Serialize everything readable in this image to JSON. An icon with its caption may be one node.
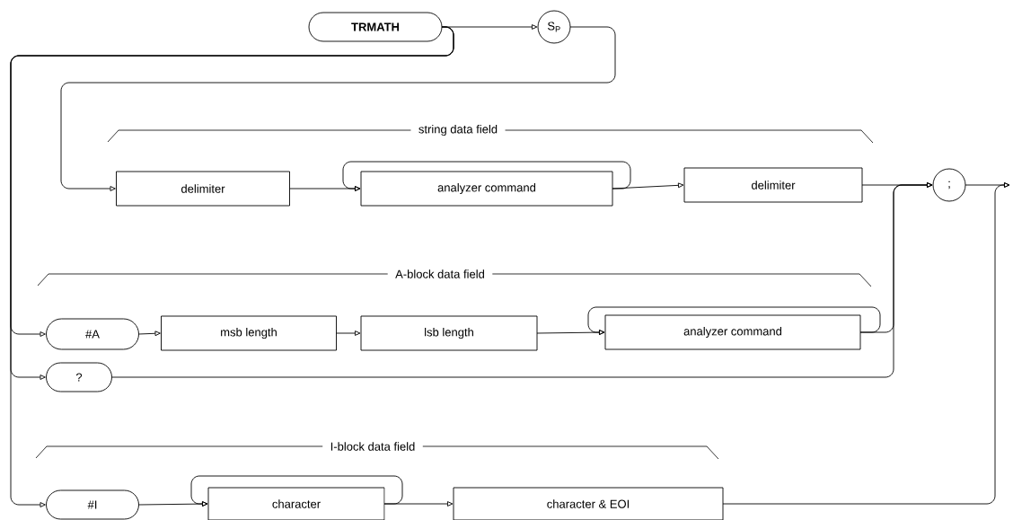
{
  "diagram": {
    "nodes": [
      {
        "text": [
          "TRMATH"
        ]
      },
      {
        "text": [
          "S$_{P}$"
        ]
      },
      {
        "text": [
          "delimiter"
        ]
      },
      {
        "text": [
          "analyzer command"
        ]
      },
      {
        "text": [
          "delimiter"
        ]
      },
      {
        "text": [
          ";"
        ]
      },
      {
        "text": [
          "#A"
        ]
      },
      {
        "text": [
          "msb length"
        ]
      },
      {
        "text": [
          "lsb length"
        ]
      },
      {
        "text": [
          "analyzer command"
        ]
      },
      {
        "text": [
          "?"
        ]
      },
      {
        "text": [
          "#I"
        ]
      },
      {
        "text": [
          "character"
        ]
      },
      {
        "text": [
          "character & EOI"
        ]
      }
    ],
    "edges": [
      {
        "from": 0,
        "to": 1,
        "arrow": "to"
      },
      {
        "from": 1,
        "to": 2,
        "arrow": "to"
      },
      {
        "from": 0,
        "to": 6,
        "arrow": "to"
      },
      {
        "from": 0,
        "to": 10,
        "arrow": "to"
      },
      {
        "from": 0,
        "to": 11,
        "arrow": "to"
      },
      {
        "from": 2,
        "to": 3,
        "arrow": "to"
      },
      {
        "from": 3,
        "to": 3,
        "arrow": "to"
      },
      {
        "from": 3,
        "to": 4,
        "arrow": "to"
      },
      {
        "from": 4,
        "to": 5,
        "arrow": "to"
      },
      {
        "from": 6,
        "to": 7,
        "arrow": "to"
      },
      {
        "from": 7,
        "to": 8,
        "arrow": "to"
      },
      {
        "from": 8,
        "to": 9,
        "arrow": "to"
      },
      {
        "from": 9,
        "to": 9,
        "arrow": "to"
      },
      {
        "from": 9,
        "to": 5,
        "arrow": "to"
      },
      {
        "from": 10,
        "to": 5,
        "arrow": "to"
      },
      {
        "from": 11,
        "to": 12,
        "arrow": "to"
      },
      {
        "from": 12,
        "to": 12,
        "arrow": "to"
      },
      {
        "from": 12,
        "to": 13,
        "arrow": "to"
      },
      {
        "from": 5,
        "to": null,
        "arrow": "to"
      },
      {
        "from": 13,
        "to": null,
        "arrow": "to"
      }
    ],
    "labels": [
      "string data field",
      "A-block data field",
      "I-block data field"
    ]
  }
}
